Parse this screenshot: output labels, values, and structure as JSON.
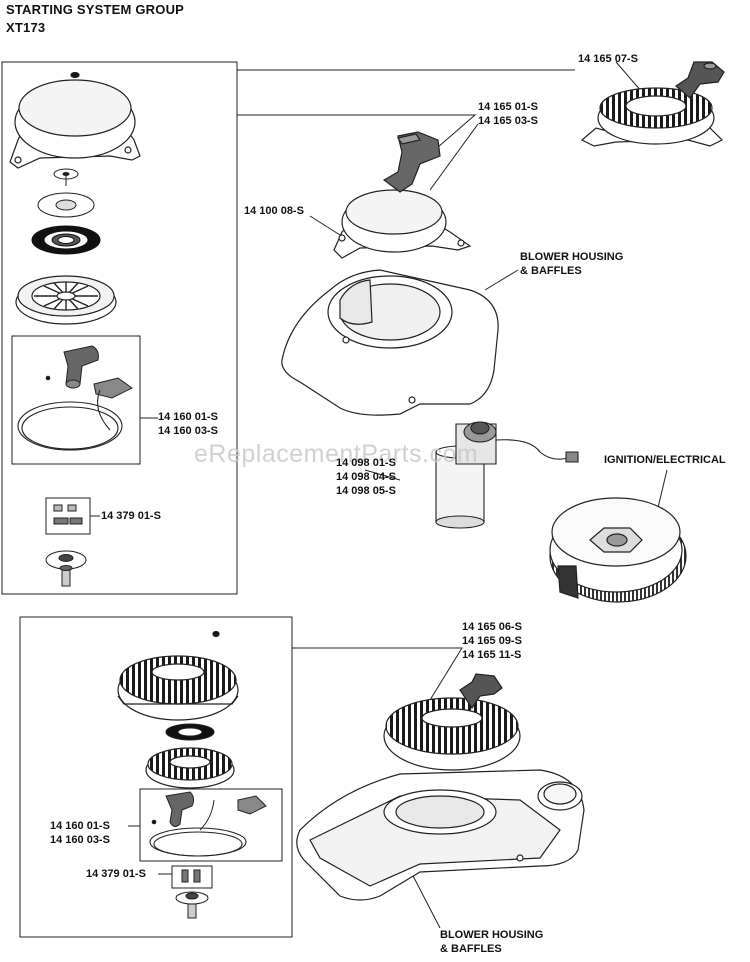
{
  "header": {
    "title": "STARTING SYSTEM GROUP",
    "model": "XT173"
  },
  "watermark": "eReplacementParts.com",
  "labels": {
    "top_kit": [
      "14 165 07-S"
    ],
    "recoil_assembly": [
      "14 165 01-S",
      "14 165 03-S"
    ],
    "housing_screw": [
      "14 100 08-S"
    ],
    "blower_housing_top": [
      "BLOWER HOUSING",
      "& BAFFLES"
    ],
    "starter_motor": [
      "14 098 01-S",
      "14 098 04-S",
      "14 098 05-S"
    ],
    "ignition": [
      "IGNITION/ELECTRICAL"
    ],
    "rope_kit_top": [
      "14 160 01-S",
      "14 160 03-S"
    ],
    "dog_kit_top": [
      "14 379 01-S"
    ],
    "recoil_assembly_2": [
      "14 165 06-S",
      "14 165 09-S",
      "14 165 11-S"
    ],
    "rope_kit_bottom": [
      "14 160 01-S",
      "14 160 03-S"
    ],
    "dog_kit_bottom": [
      "14 379 01-S"
    ],
    "blower_housing_bottom": [
      "BLOWER HOUSING",
      "& BAFFLES"
    ]
  }
}
